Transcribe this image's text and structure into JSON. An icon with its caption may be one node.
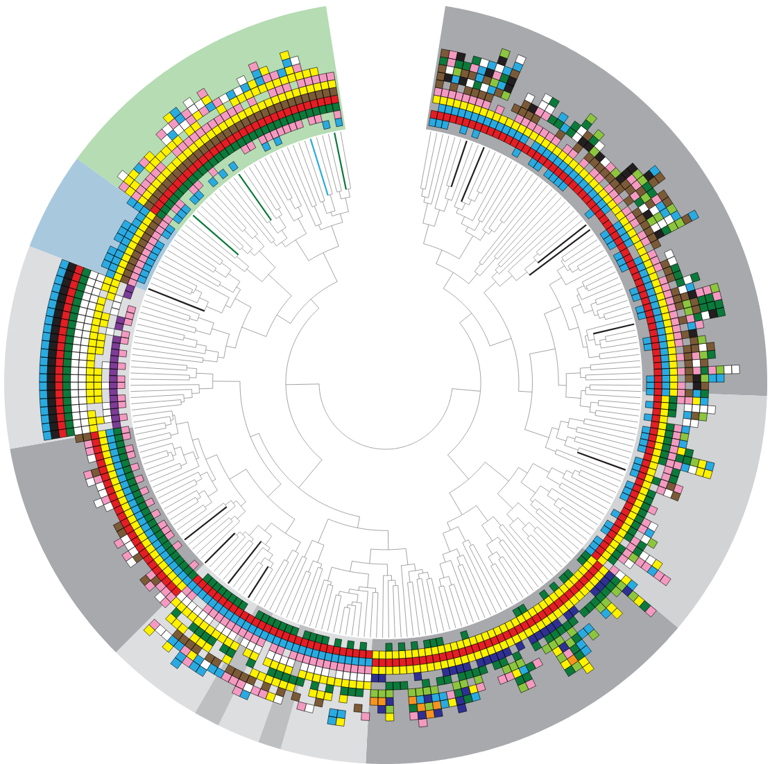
{
  "diagram": {
    "nodes": [
      {
        "text": [],
        "shape": "band"
      },
      {
        "text": [],
        "shape": "band"
      },
      {
        "text": [],
        "shape": "band"
      },
      {
        "text": [],
        "shape": "band"
      },
      {
        "text": [],
        "shape": "band"
      },
      {
        "text": [],
        "shape": "band"
      },
      {
        "text": [],
        "shape": "band"
      },
      {
        "text": [],
        "shape": "band"
      },
      {
        "text": [],
        "shape": "band"
      },
      {
        "text": [],
        "shape": "band"
      },
      {
        "text": [],
        "shape": "band"
      },
      {
        "text": [],
        "shape": "band"
      }
    ]
  }
}
